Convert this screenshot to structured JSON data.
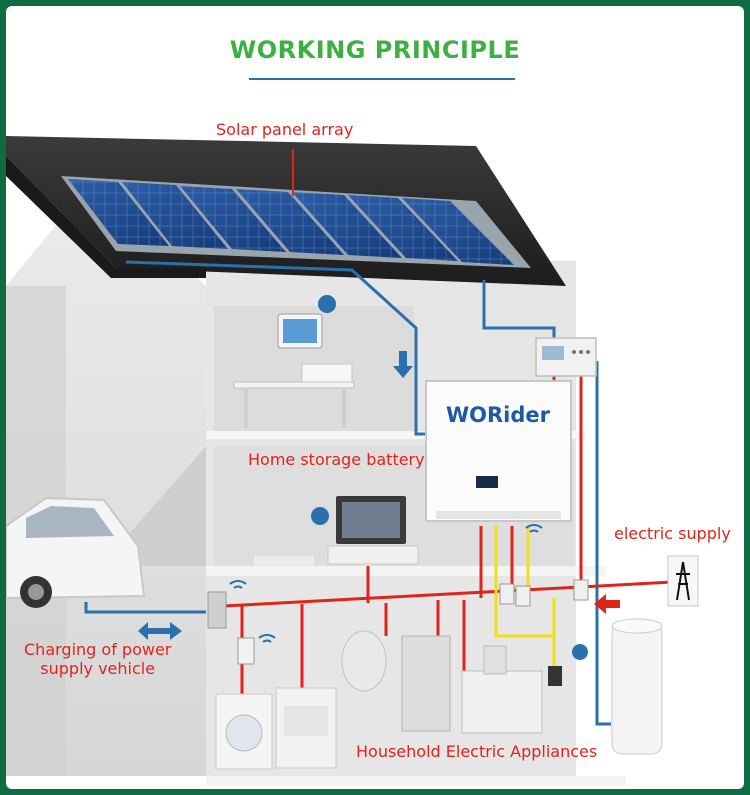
{
  "title": "WORKING PRINCIPLE",
  "labels": {
    "solar": "Solar panel array",
    "battery": "Home storage battery",
    "supply": "electric supply",
    "ev_line1": "Charging of power",
    "ev_line2": "supply vehicle",
    "appliances": "Household Electric Appliances"
  },
  "brand": "WORider",
  "colors": {
    "frame": "#0f6b44",
    "title": "#3cb043",
    "label": "#e2231a",
    "dc_line": "#2a6fae",
    "ac_line": "#e2231a",
    "data_line": "#f2e017"
  }
}
